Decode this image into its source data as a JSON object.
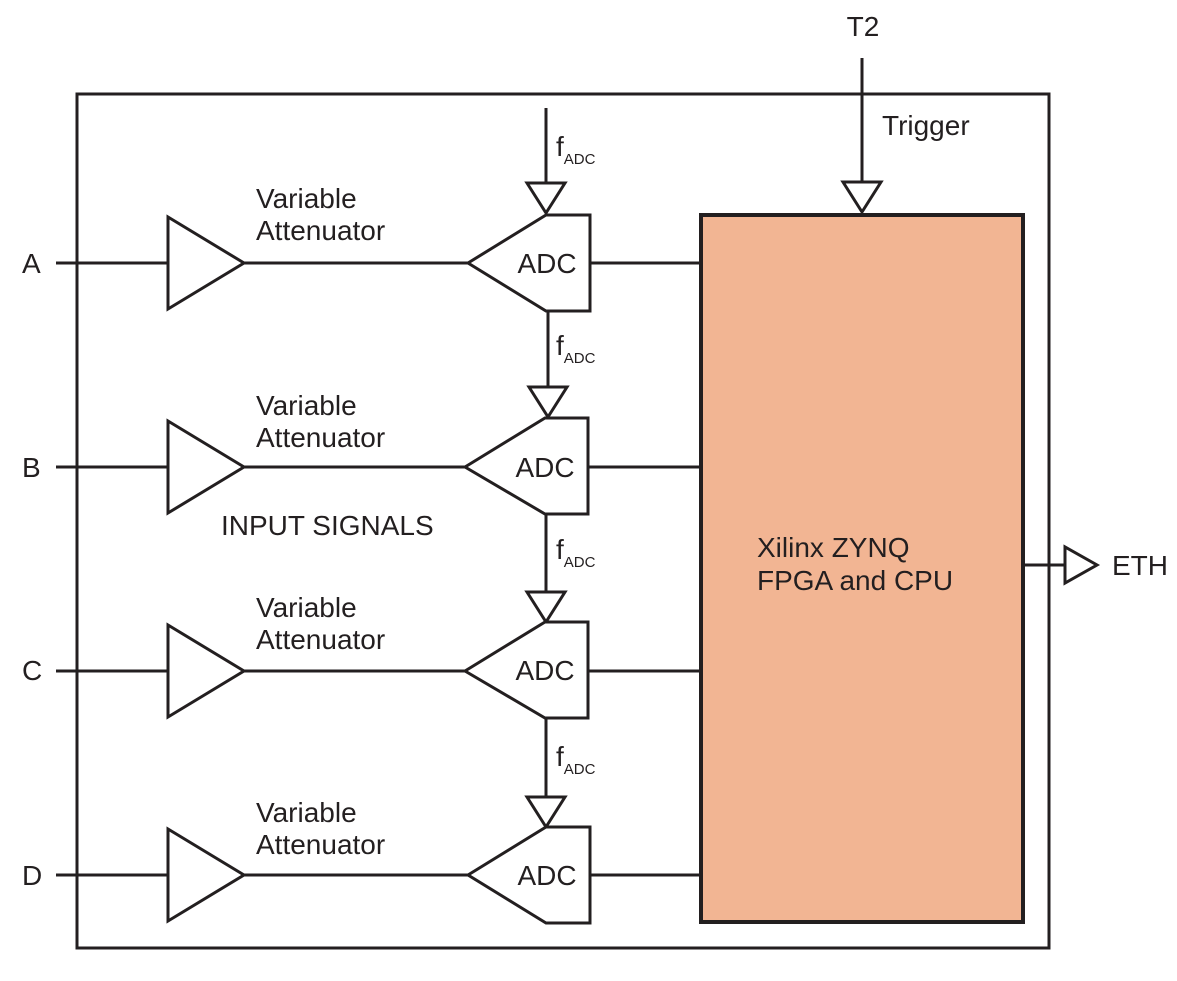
{
  "top_input": {
    "label": "T2",
    "trigger_label": "Trigger"
  },
  "clock": {
    "main": "f",
    "subscript": "ADC"
  },
  "channels": [
    {
      "input": "A",
      "attenuator": [
        "Variable",
        "Attenuator"
      ],
      "adc": "ADC"
    },
    {
      "input": "B",
      "attenuator": [
        "Variable",
        "Attenuator"
      ],
      "adc": "ADC"
    },
    {
      "input": "C",
      "attenuator": [
        "Variable",
        "Attenuator"
      ],
      "adc": "ADC"
    },
    {
      "input": "D",
      "attenuator": [
        "Variable",
        "Attenuator"
      ],
      "adc": "ADC"
    }
  ],
  "group_label": "INPUT SIGNALS",
  "processor": {
    "lines": [
      "Xilinx ZYNQ",
      "FPGA and CPU"
    ],
    "fill_color": "#f2b593"
  },
  "output": {
    "label": "ETH"
  }
}
